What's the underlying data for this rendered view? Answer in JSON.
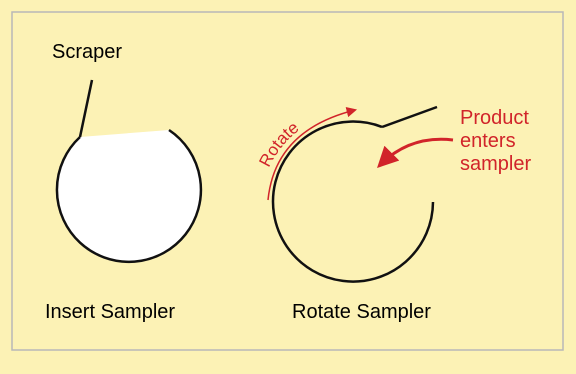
{
  "labels": {
    "scraper": "Scraper",
    "insert_sampler": "Insert Sampler",
    "rotate_sampler": "Rotate Sampler",
    "rotate": "Rotate",
    "product_line1": "Product",
    "product_line2": "enters",
    "product_line3": "sampler"
  },
  "colors": {
    "background": "#fcf2b5",
    "border": "#b8b8b8",
    "stroke": "#111111",
    "fill_white": "#ffffff",
    "accent_red": "#d1242a"
  }
}
